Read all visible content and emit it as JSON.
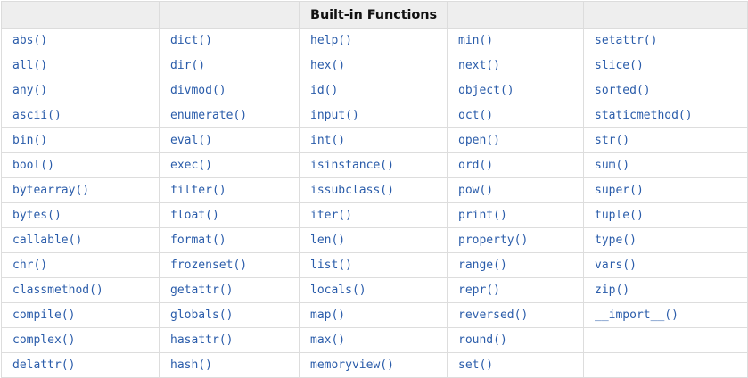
{
  "page": {
    "title": "Built-in Functions",
    "accent_text_color": "#2a5caa",
    "header_background_color": "#eeeeee",
    "header_text_color": "#111111",
    "border_color": "#dddddd",
    "body_background_color": "#ffffff"
  },
  "table": {
    "header": {
      "cells": [
        "",
        "",
        "Built-in Functions",
        "",
        ""
      ]
    },
    "column_count": 5,
    "row_count": 14,
    "rows": [
      [
        "abs()",
        "dict()",
        "help()",
        "min()",
        "setattr()"
      ],
      [
        "all()",
        "dir()",
        "hex()",
        "next()",
        "slice()"
      ],
      [
        "any()",
        "divmod()",
        "id()",
        "object()",
        "sorted()"
      ],
      [
        "ascii()",
        "enumerate()",
        "input()",
        "oct()",
        "staticmethod()"
      ],
      [
        "bin()",
        "eval()",
        "int()",
        "open()",
        "str()"
      ],
      [
        "bool()",
        "exec()",
        "isinstance()",
        "ord()",
        "sum()"
      ],
      [
        "bytearray()",
        "filter()",
        "issubclass()",
        "pow()",
        "super()"
      ],
      [
        "bytes()",
        "float()",
        "iter()",
        "print()",
        "tuple()"
      ],
      [
        "callable()",
        "format()",
        "len()",
        "property()",
        "type()"
      ],
      [
        "chr()",
        "frozenset()",
        "list()",
        "range()",
        "vars()"
      ],
      [
        "classmethod()",
        "getattr()",
        "locals()",
        "repr()",
        "zip()"
      ],
      [
        "compile()",
        "globals()",
        "map()",
        "reversed()",
        "__import__()"
      ],
      [
        "complex()",
        "hasattr()",
        "max()",
        "round()",
        ""
      ],
      [
        "delattr()",
        "hash()",
        "memoryview()",
        "set()",
        ""
      ]
    ]
  }
}
